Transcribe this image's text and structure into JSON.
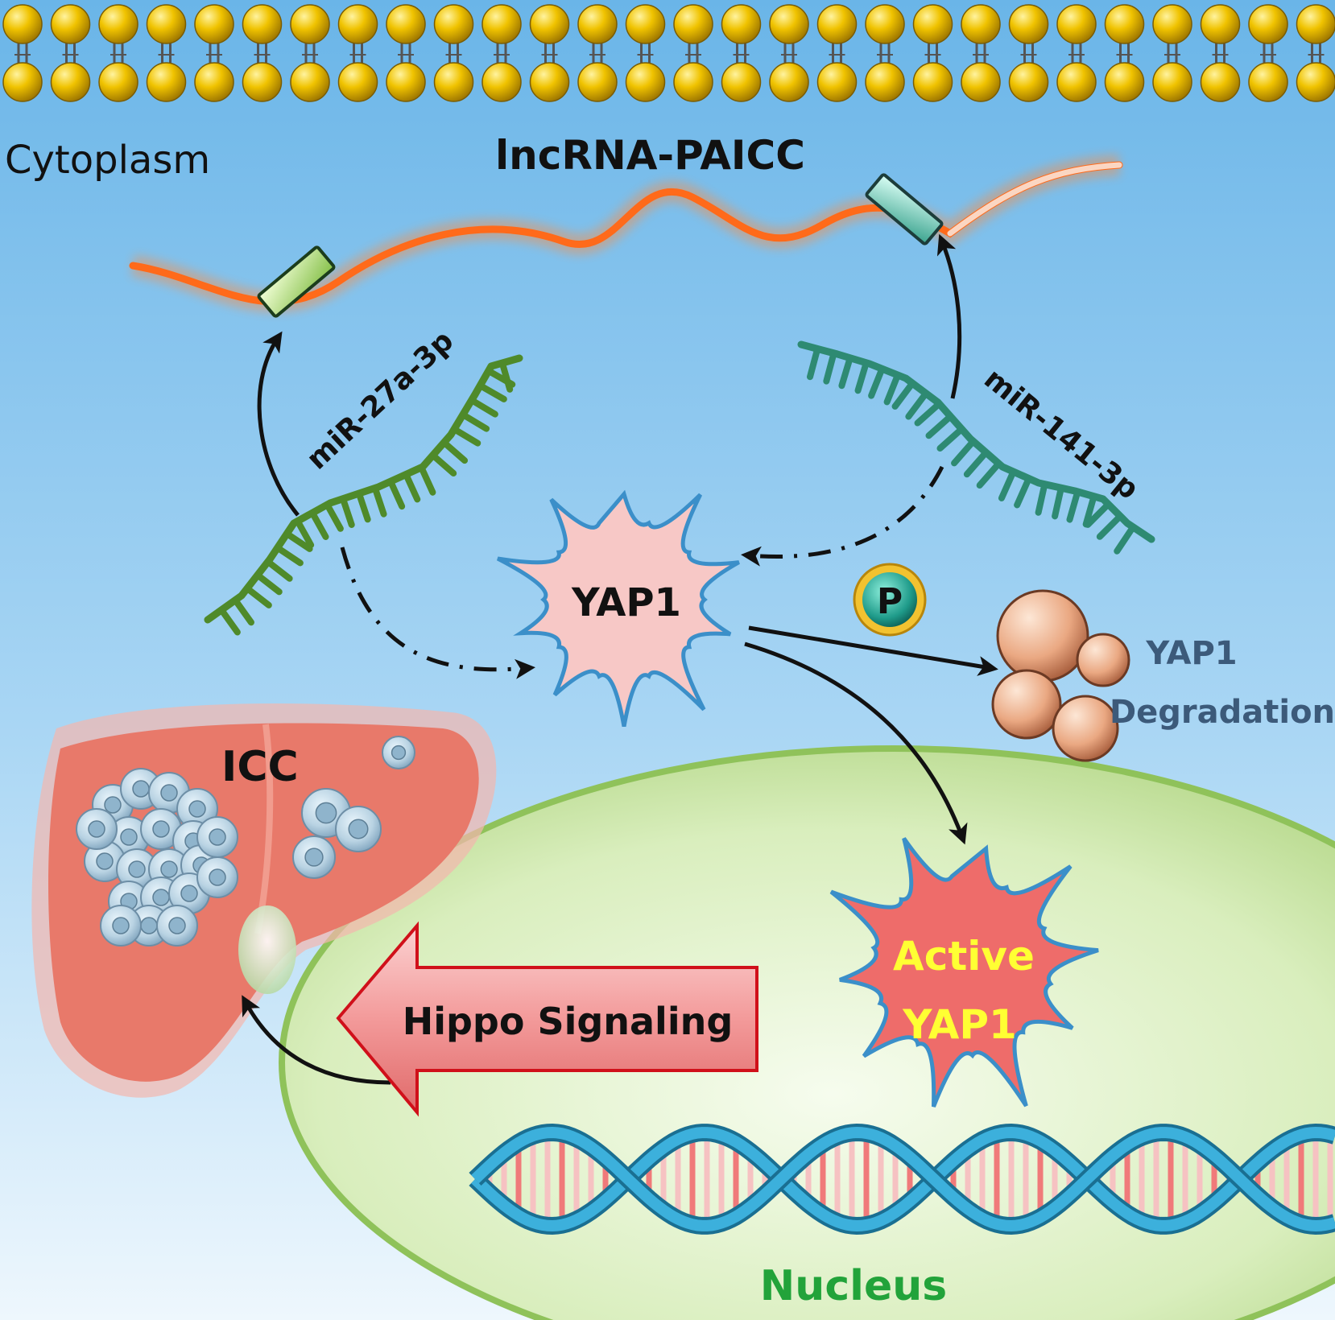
{
  "labels": {
    "cytoplasm": "Cytoplasm",
    "lncrna": "lncRNA-PAICC",
    "mir27": "miR-27a-3p",
    "mir141": "miR-141-3p",
    "yap1": "YAP1",
    "phospho": "P",
    "degradation_line1": "YAP1",
    "degradation_line2": "Degradation",
    "icc": "ICC",
    "hippo": "Hippo Signaling",
    "active_line1": "Active",
    "active_line2": "YAP1",
    "nucleus": "Nucleus"
  },
  "colors": {
    "background_top": "#6fb9ea",
    "background_bottom": "#e8f4fc",
    "membrane_head": "#e6b800",
    "lncrna_strand": "#ff6a1a",
    "mir27_strand": "#4f8a2a",
    "mir141_strand": "#2e8a72",
    "yap1_star": "#f7c8c6",
    "active_yap1_star": "#ee6c6a",
    "active_text": "#ffff33",
    "nucleus_fill": "#dcefc0",
    "nucleus_text": "#22a33a",
    "liver": "#e8796a",
    "hippo_arrow": "#f3a4a4",
    "dna_helix": "#2aa0cc",
    "degradation_text": "#3c5a7a"
  }
}
